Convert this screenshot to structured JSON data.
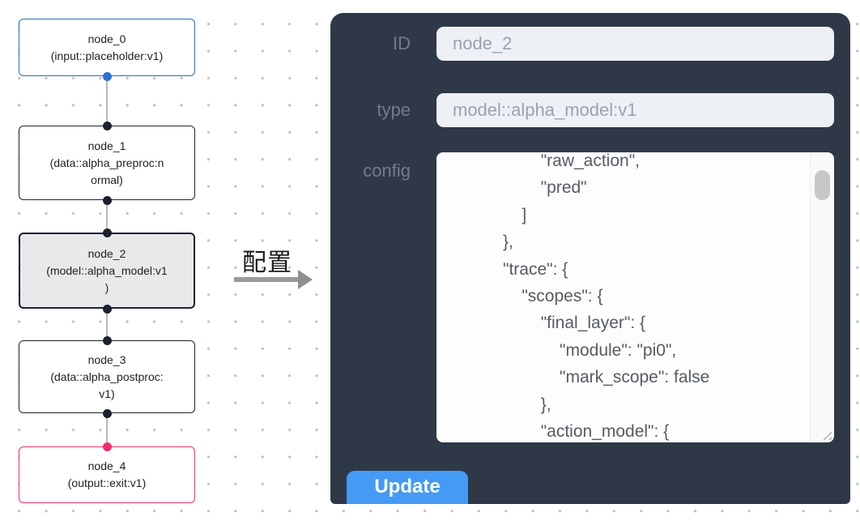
{
  "canvas": {
    "nodes": [
      {
        "title": "node_0",
        "subtitle": "(input::placeholder:v1)"
      },
      {
        "title": "node_1",
        "subtitle": "(data::alpha_preproc:n\normal)"
      },
      {
        "title": "node_2",
        "subtitle": "(model::alpha_model:v1\n)"
      },
      {
        "title": "node_3",
        "subtitle": "(data::alpha_postproc:\nv1)"
      },
      {
        "title": "node_4",
        "subtitle": "(output::exit:v1)"
      }
    ]
  },
  "transfer": {
    "label": "配置"
  },
  "panel": {
    "fields": {
      "id": {
        "label": "ID",
        "value": "node_2"
      },
      "type": {
        "label": "type",
        "value": "model::alpha_model:v1"
      },
      "config": {
        "label": "config",
        "value": "                    \"raw_action\",\n                    \"pred\"\n                ]\n            },\n            \"trace\": {\n                \"scopes\": {\n                    \"final_layer\": {\n                        \"module\": \"pi0\",\n                        \"mark_scope\": false\n                    },\n                    \"action_model\": {"
      }
    },
    "update_label": "Update"
  },
  "colors": {
    "panel_background": "#2e3847",
    "button_blue": "#449af4",
    "node_default_border": "#1c2230",
    "node_input_border": "#2b6cb8",
    "node_output_border": "#ee3370",
    "selected_node_background": "#e9e9eb",
    "edge_gray": "#b4bac4",
    "input_field_background": "#edf0f5"
  }
}
